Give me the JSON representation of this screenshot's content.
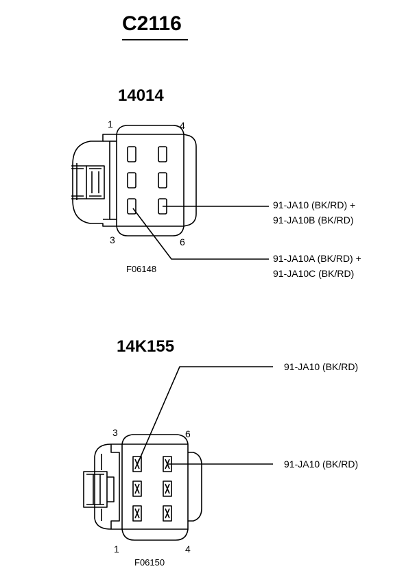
{
  "title": "C2116",
  "connector_a": {
    "part_number": "14014",
    "pins": {
      "p1": "1",
      "p4": "4",
      "p3": "3",
      "p6": "6"
    },
    "figure": "F06148",
    "wire_a_line1": "91-JA10 (BK/RD) +",
    "wire_a_line2": "91-JA10B (BK/RD)",
    "wire_b_line1": "91-JA10A (BK/RD) +",
    "wire_b_line2": "91-JA10C (BK/RD)"
  },
  "connector_b": {
    "part_number": "14K155",
    "pins": {
      "p3": "3",
      "p6": "6",
      "p1": "1",
      "p4": "4"
    },
    "figure": "F06150",
    "wire_top": "91-JA10 (BK/RD)",
    "wire_mid": "91-JA10 (BK/RD)"
  },
  "colors": {
    "line": "#000000",
    "background": "#ffffff"
  }
}
